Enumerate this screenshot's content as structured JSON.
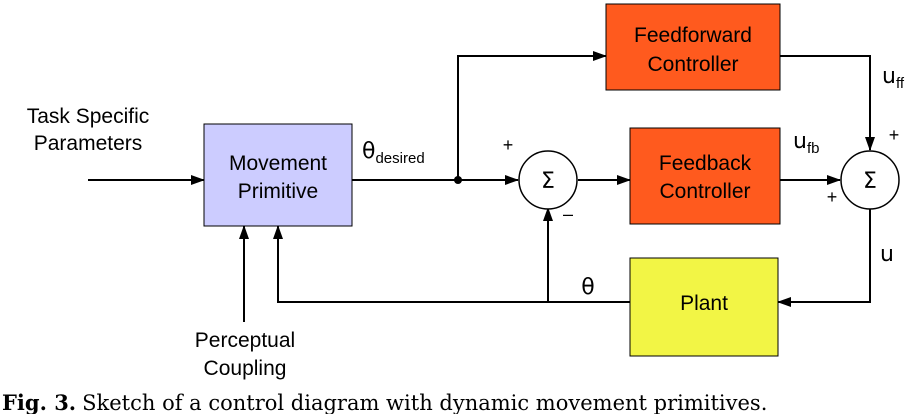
{
  "colors": {
    "movement_primitive": "#ccccff",
    "controller": "#ff5a1e",
    "plant": "#f2f545"
  },
  "blocks": {
    "movement_primitive": [
      "Movement",
      "Primitive"
    ],
    "feedforward": [
      "Feedforward",
      "Controller"
    ],
    "feedback": [
      "Feedback",
      "Controller"
    ],
    "plant": "Plant"
  },
  "inputs": {
    "task_params": [
      "Task Specific",
      "Parameters"
    ],
    "perceptual": [
      "Perceptual",
      "Coupling"
    ]
  },
  "signals": {
    "theta_desired": {
      "symbol": "θ",
      "subscript": "desired"
    },
    "theta": "θ",
    "u_ff": {
      "symbol": "u",
      "subscript": "ff"
    },
    "u_fb": {
      "symbol": "u",
      "subscript": "fb"
    },
    "u": "u"
  },
  "summing": {
    "symbol": "Σ",
    "sum1_plus": "+",
    "sum1_minus": "–",
    "sum2_plus_top": "+",
    "sum2_plus_left": "+"
  },
  "caption": {
    "label": "Fig. 3.",
    "text": "Sketch of a control diagram with dynamic movement primitives."
  }
}
